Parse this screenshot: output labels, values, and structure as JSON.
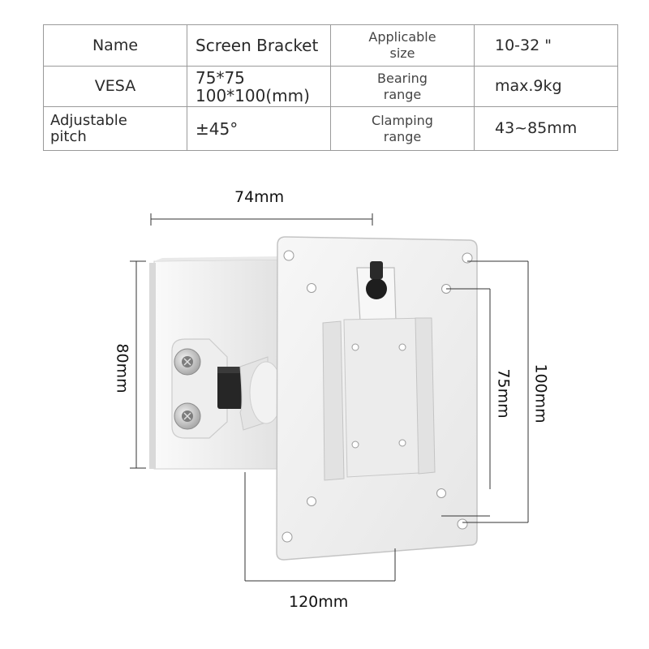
{
  "spec_table": {
    "rows": [
      {
        "label": "Name",
        "value": "Screen Bracket",
        "label2": [
          "Applicable",
          "size"
        ],
        "value2": "10-32 \""
      },
      {
        "label": "VESA",
        "value": "75*75 100*100(mm)",
        "label2": [
          "Bearing",
          "range"
        ],
        "value2": "max.9kg"
      },
      {
        "label": [
          "Adjustable",
          "pitch"
        ],
        "value": "±45°",
        "label2": [
          "Clamping",
          "range"
        ],
        "value2": "43~85mm"
      }
    ]
  },
  "dimensions": {
    "top_width": "74mm",
    "left_height": "80mm",
    "inner_height": "75mm",
    "outer_height": "100mm",
    "bottom_width": "120mm"
  },
  "colors": {
    "plate": "#f1f1f1",
    "plate_shadow": "#d6d6d6",
    "border": "#9a9a9a",
    "knob": "#1e1e1e"
  }
}
